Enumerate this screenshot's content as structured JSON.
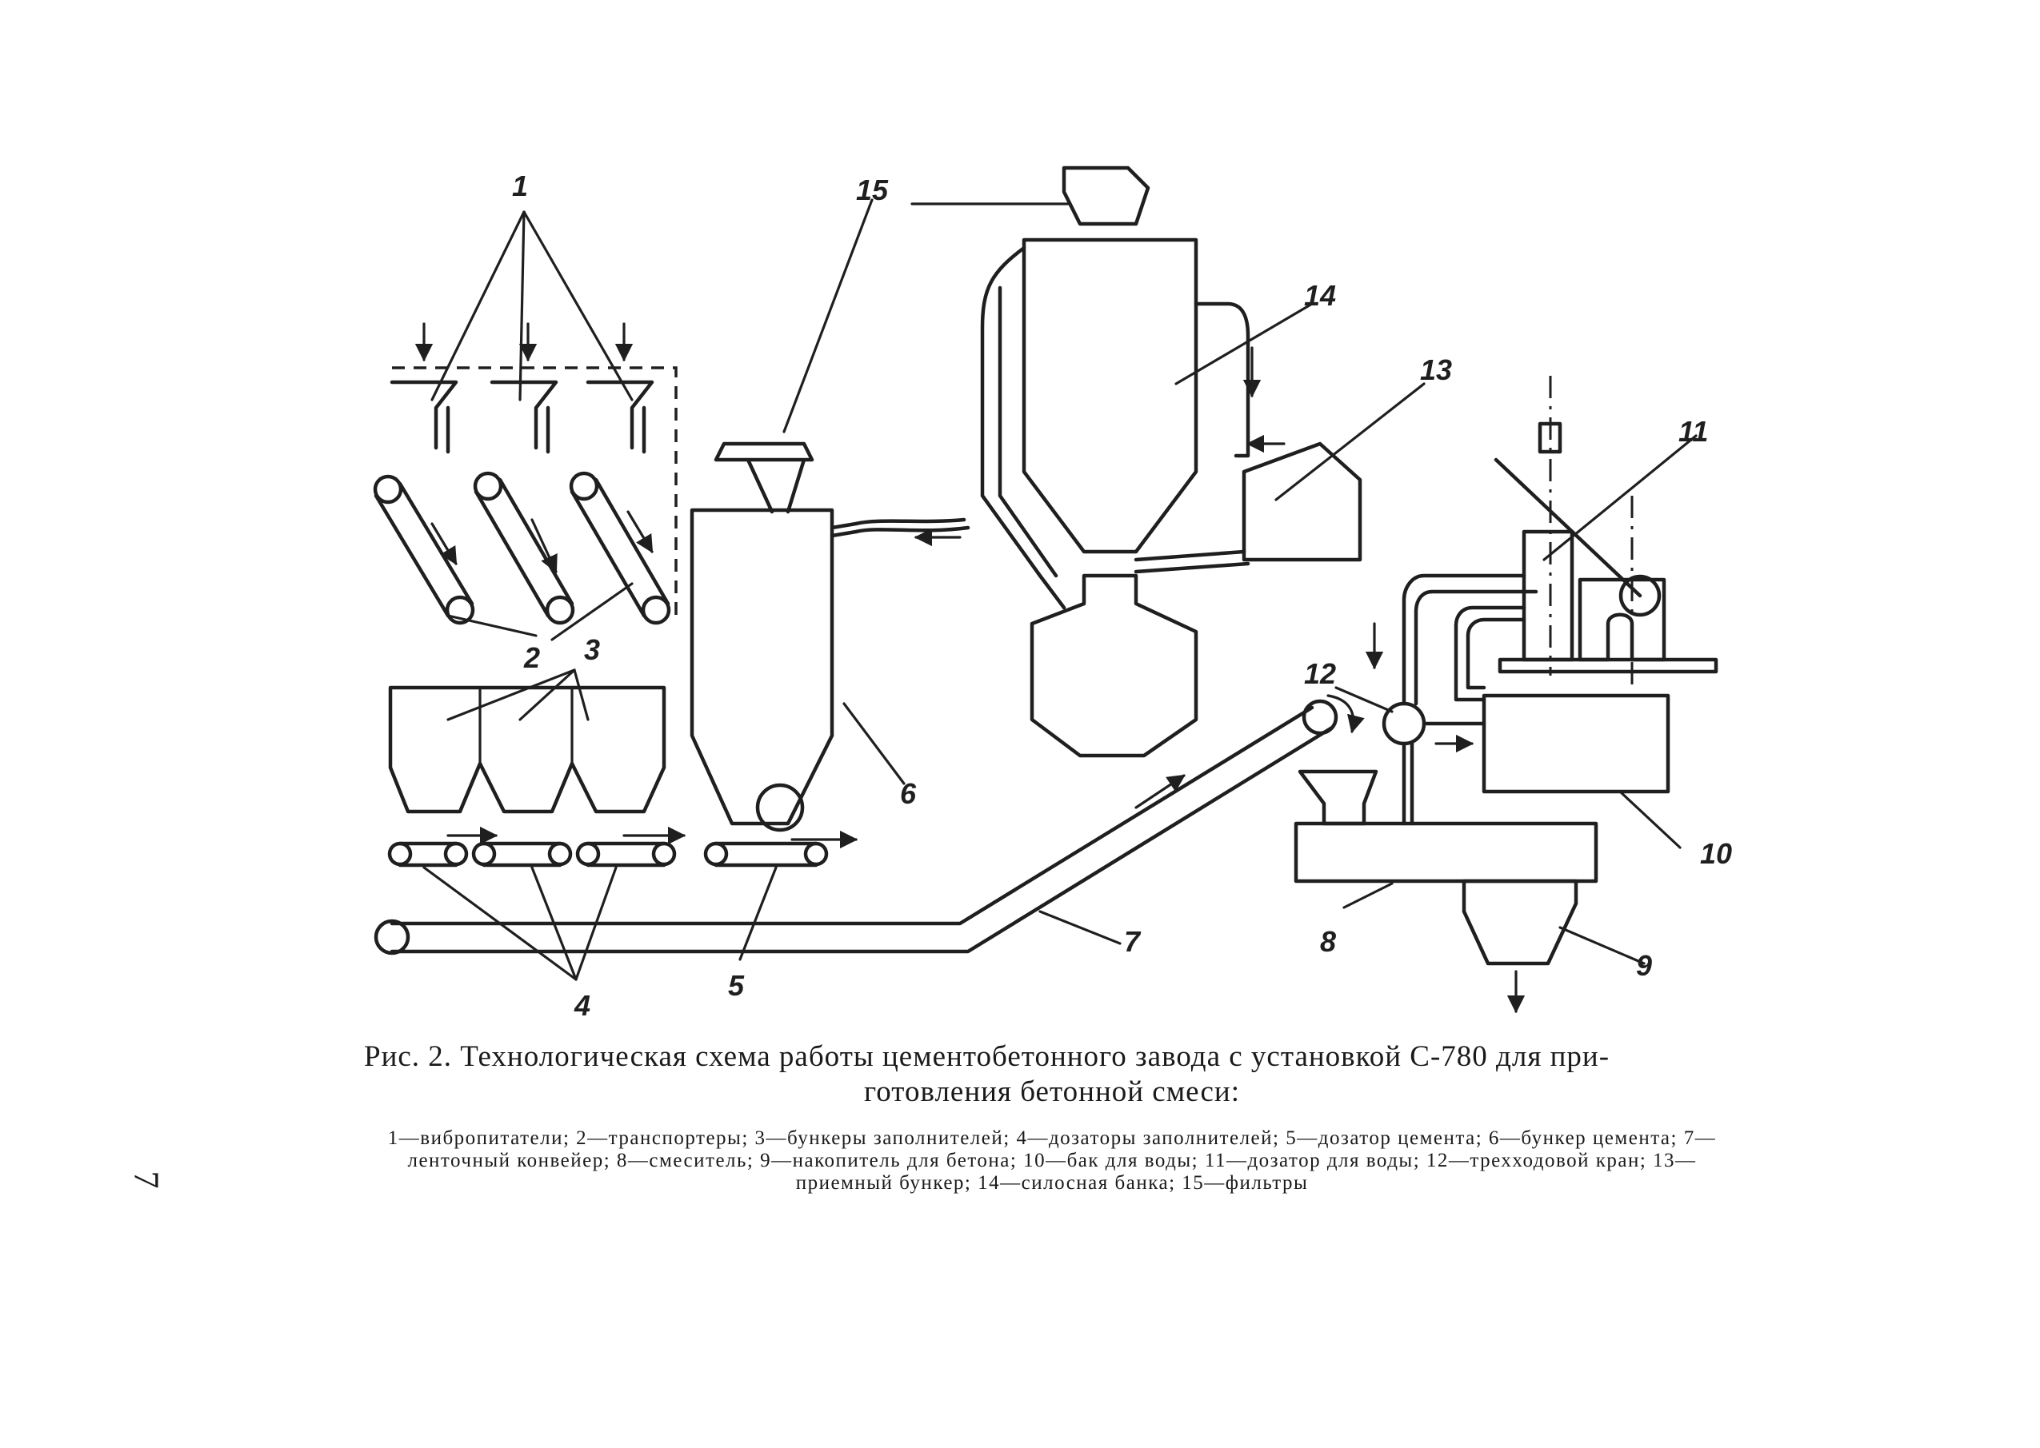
{
  "figure": {
    "caption_line1": "Рис. 2. Технологическая схема работы цементобетонного завода с установкой С-780 для при-",
    "caption_line2": "готовления бетонной смеси:",
    "legend": "1—вибропитатели; 2—транспортеры; 3—бункеры заполнителей; 4—дозаторы заполнителей; 5—дозатор цемента; 6—бункер цемента; 7—ленточный конвейер; 8—смеситель; 9—накопитель для бетона; 10—бак для воды; 11—дозатор для воды; 12—трехходовой кран; 13—приемный бункер; 14—силосная банка; 15—фильтры",
    "page_number": "7"
  },
  "callouts": {
    "c1": "1",
    "c2": "2",
    "c3": "3",
    "c4": "4",
    "c5": "5",
    "c6": "6",
    "c7": "7",
    "c8": "8",
    "c9": "9",
    "c10": "10",
    "c11": "11",
    "c12": "12",
    "c13": "13",
    "c14": "14",
    "c15": "15"
  }
}
